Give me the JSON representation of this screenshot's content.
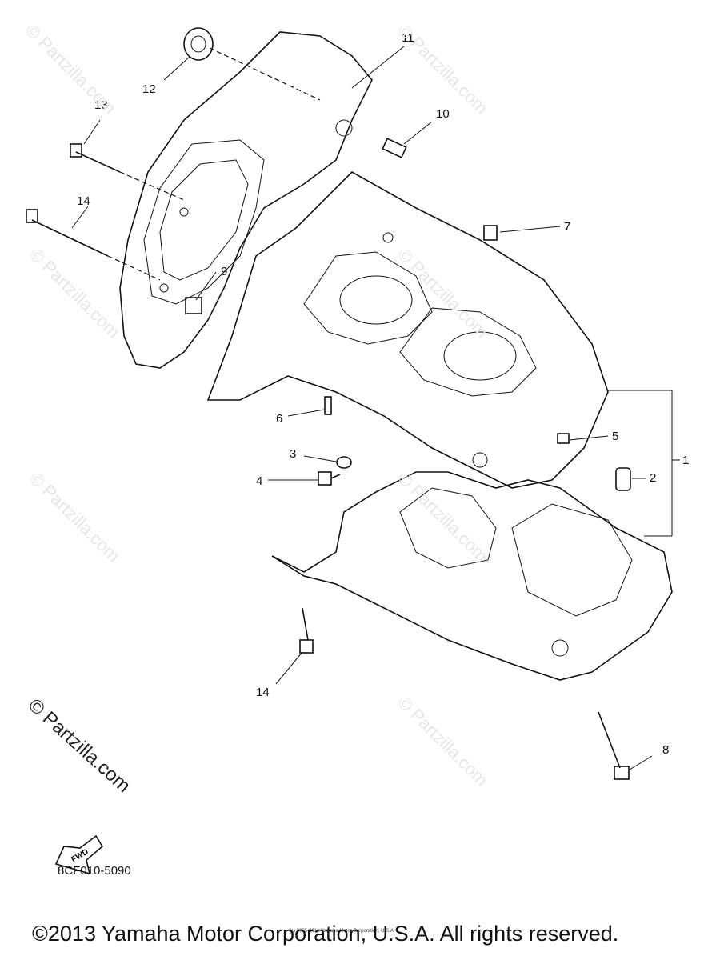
{
  "callouts": [
    "1",
    "2",
    "3",
    "4",
    "5",
    "6",
    "7",
    "8",
    "9",
    "10",
    "11",
    "12",
    "13",
    "14",
    "14"
  ],
  "watermark": "© Partzilla.com",
  "fwd_label": "FWD",
  "part_code": "8CF010-5090",
  "copyright": "©2013 Yamaha Motor Corporation, U.S.A. All rights reserved.",
  "tiny_copyright": "(c) 2005-2016 Yamaha Motor Corporation, U.S.A."
}
